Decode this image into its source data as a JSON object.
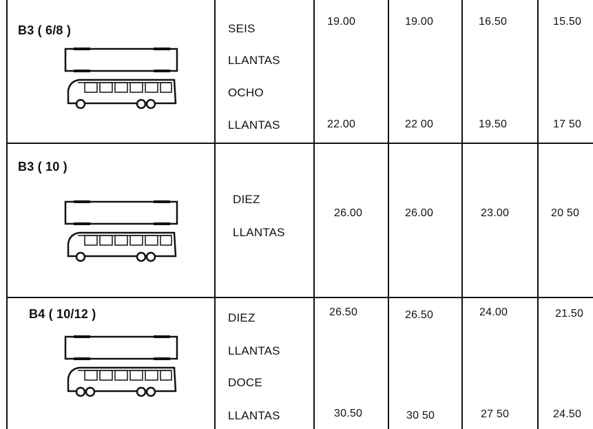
{
  "rows": [
    {
      "code": "B3 ( 6/8 )",
      "labels": [
        "SEIS",
        "LLANTAS",
        "OCHO",
        "LLANTAS"
      ],
      "values_top": [
        "19.00",
        "19.00",
        "16.50",
        "15.50"
      ],
      "values_bottom": [
        "22.00",
        "22 00",
        "19.50",
        "17 50"
      ],
      "icon": "bus-icon"
    },
    {
      "code": "B3 ( 10 )",
      "labels": [
        "DIEZ",
        "LLANTAS"
      ],
      "values": [
        "26.00",
        "26.00",
        "23.00",
        "20 50"
      ],
      "icon": "bus-icon"
    },
    {
      "code": "B4 ( 10/12 )",
      "labels": [
        "DIEZ",
        "LLANTAS",
        "DOCE",
        "LLANTAS"
      ],
      "values_top": [
        "26.50",
        "26.50",
        "24.00",
        "21.50"
      ],
      "values_bottom": [
        "30.50",
        "30 50",
        "27 50",
        "24.50"
      ],
      "icon": "bus-icon"
    }
  ]
}
